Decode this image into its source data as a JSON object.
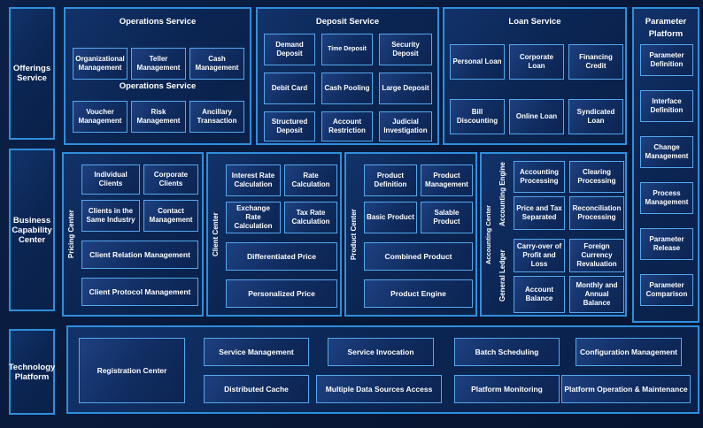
{
  "colors": {
    "page_bg": "#081838",
    "panel_bg": "#0b2552",
    "panel_border": "#2f8fdd",
    "box_bg": "#102c60",
    "box_border": "#55a8ee",
    "text": "#ffffff"
  },
  "sidebar": {
    "offerings": "Offerings Service",
    "business": "Business Capability Center",
    "technology": "Technology Platform"
  },
  "top": {
    "operations": {
      "title": "Operations Service",
      "subtitle": "Operations Service",
      "row1": [
        "Organizational Management",
        "Teller Management",
        "Cash Management"
      ],
      "row2": [
        "Voucher Management",
        "Risk Management",
        "Ancillary Transaction"
      ]
    },
    "deposit": {
      "title": "Deposit Service",
      "items": [
        "Demand Deposit",
        "Time Deposit",
        "Security Deposit",
        "Debit Card",
        "Cash Pooling",
        "Large Deposit",
        "Structured Deposit",
        "Account Restriction",
        "Judicial Investigation"
      ]
    },
    "loan": {
      "title": "Loan Service",
      "items": [
        "Personal Loan",
        "Corporate Loan",
        "Financing Credit",
        "Bill Discounting",
        "Online Loan",
        "Syndicated Loan"
      ]
    }
  },
  "parameter_platform": {
    "title": "Parameter Platform",
    "items": [
      "Parameter Definition",
      "Interface Definition",
      "Change Management",
      "Process Management",
      "Parameter Release",
      "Parameter Comparison"
    ]
  },
  "middle": {
    "pricing_center": {
      "label": "Pricing Center",
      "small_boxes": [
        "Individual Clients",
        "Corporate Clients",
        "Clients in the Same Industry",
        "Contact Management"
      ],
      "wide_boxes": [
        "Client Relation Management",
        "Client Protocol Management"
      ]
    },
    "client_center": {
      "label": "Client Center",
      "small_boxes": [
        "Interest Rate Calculation",
        "Rate Calculation",
        "Exchange Rate Calculation",
        "Tax Rate Calculation"
      ],
      "wide_boxes": [
        "Differentiated Price",
        "Personalized Price"
      ]
    },
    "product_center": {
      "label": "Product Center",
      "small_boxes": [
        "Product Definition",
        "Product Management",
        "Basic Product",
        "Salable Product"
      ],
      "wide_boxes": [
        "Combined Product",
        "Product Engine"
      ]
    },
    "accounting_center": {
      "label": "Accounting Center",
      "engine": {
        "label": "Accounting Engine",
        "boxes": [
          "Accounting Processing",
          "Clearing Processing",
          "Price and Tax Separated",
          "Reconciliation Processing"
        ]
      },
      "ledger": {
        "label": "General Ledger",
        "boxes": [
          "Carry-over of Profit and Loss",
          "Foreign Currency Revaluation",
          "Account Balance",
          "Monthly and Annual Balance"
        ]
      }
    }
  },
  "bottom": {
    "registration": "Registration Center",
    "row1": [
      "Service Management",
      "Service Invocation",
      "Batch Scheduling",
      "Configuration Management"
    ],
    "row2": [
      "Distributed Cache",
      "Multiple Data Sources Access",
      "Platform Monitoring",
      "Platform Operation & Maintenance"
    ]
  }
}
